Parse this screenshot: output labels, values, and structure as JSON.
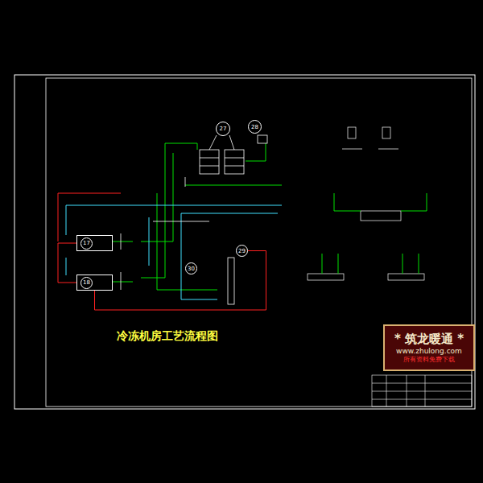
{
  "diagram": {
    "title": "冷冻机房工艺流程图",
    "nodes": [
      {
        "text": [
          "27"
        ]
      },
      {
        "text": [
          "28"
        ]
      },
      {
        "text": [
          "17"
        ]
      },
      {
        "text": [
          "18"
        ]
      },
      {
        "text": [
          "30"
        ]
      },
      {
        "text": [
          "29"
        ]
      },
      {
        "text": [
          "* 筑龙暖通 *",
          "www.zhulong.com",
          "所有资料免费下载"
        ]
      }
    ],
    "edges": [
      {
        "from": 2,
        "to": 3,
        "arrow": "none"
      },
      {
        "from": 3,
        "to": 5,
        "arrow": "none"
      }
    ]
  }
}
